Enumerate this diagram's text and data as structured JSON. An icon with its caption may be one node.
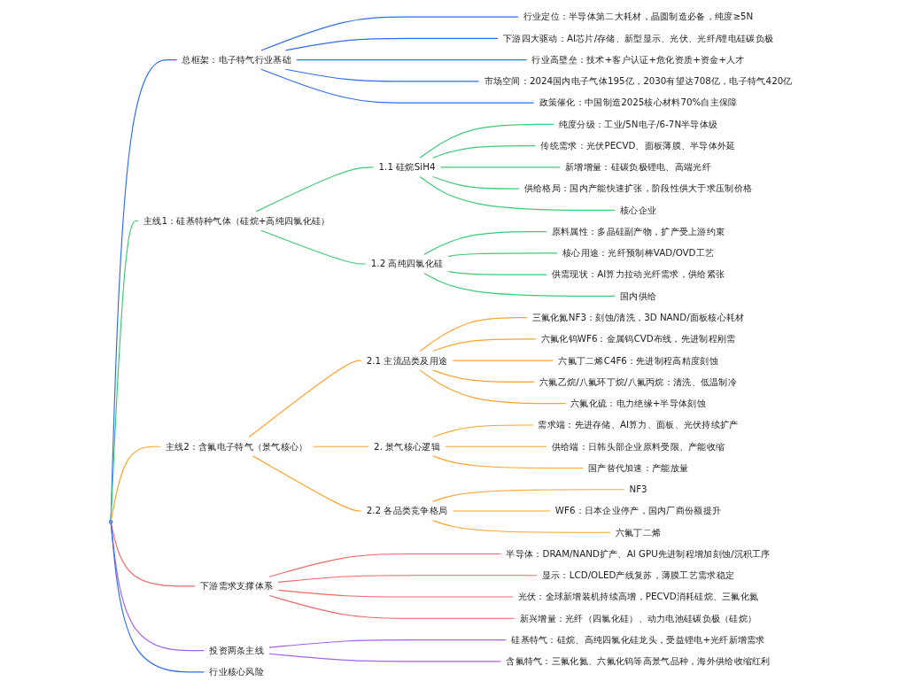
{
  "diagram": {
    "nodes": [
      {
        "text": [],
        "shape": "circle"
      },
      {
        "text": [
          "总框架：电子特气行业基础"
        ]
      },
      {
        "text": [
          "行业定位：半导体第二大耗材，晶圆制造必备，纯度≥5N"
        ]
      },
      {
        "text": [
          "下游四大驱动：AI芯片/存储、新型显示、光伏、光纤/锂电硅碳负极"
        ]
      },
      {
        "text": [
          "行业高壁垒：技术+客户认证+危化资质+资金+人才"
        ]
      },
      {
        "text": [
          "市场空间：2024国内电子气体195亿，2030有望达708亿，电子特气420亿"
        ]
      },
      {
        "text": [
          "政策催化：中国制造2025核心材料70%自主保障"
        ]
      },
      {
        "text": [
          "主线1：硅基特种气体（硅烷+高纯四氯化硅）"
        ]
      },
      {
        "text": [
          "1.1 硅烷SiH4"
        ]
      },
      {
        "text": [
          "纯度分级：工业/5N电子/6-7N半导体级"
        ]
      },
      {
        "text": [
          "传统需求：光伏PECVD、面板薄膜、半导体外延"
        ]
      },
      {
        "text": [
          "新增增量：硅碳负极锂电、高端光纤"
        ]
      },
      {
        "text": [
          "供给格局：国内产能快速扩张，阶段性供大于求压制价格"
        ]
      },
      {
        "text": [
          "核心企业"
        ]
      },
      {
        "text": [
          "1.2 高纯四氯化硅"
        ]
      },
      {
        "text": [
          "原料属性：多晶硅副产物，扩产受上游约束"
        ]
      },
      {
        "text": [
          "核心用途：光纤预制棒VAD/OVD工艺"
        ]
      },
      {
        "text": [
          "供需现状：AI算力拉动光纤需求，供给紧张"
        ]
      },
      {
        "text": [
          "国内供给"
        ]
      },
      {
        "text": [
          "主线2：含氟电子特气（景气核心）"
        ]
      },
      {
        "text": [
          "2.1 主流品类及用途"
        ]
      },
      {
        "text": [
          "三氟化氮NF3：刻蚀/清洗，3D NAND/面板核心耗材"
        ]
      },
      {
        "text": [
          "六氟化钨WF6：金属钨CVD布线，先进制程刚需"
        ]
      },
      {
        "text": [
          "六氟丁二烯C4F6：先进制程高精度刻蚀"
        ]
      },
      {
        "text": [
          "六氟乙烷/八氟环丁烷/八氟丙烷：清洗、低温制冷"
        ]
      },
      {
        "text": [
          "六氟化硫：电力绝缘+半导体刻蚀"
        ]
      },
      {
        "text": [
          "2. 景气核心逻辑"
        ]
      },
      {
        "text": [
          "需求端：先进存储、AI算力、面板、光伏持续扩产"
        ]
      },
      {
        "text": [
          "供给端：日韩头部企业原料受限、产能收缩"
        ]
      },
      {
        "text": [
          "国产替代加速：产能放量"
        ]
      },
      {
        "text": [
          "2.2 各品类竞争格局"
        ]
      },
      {
        "text": [
          "NF3"
        ]
      },
      {
        "text": [
          "WF6：日本企业停产，国内厂商份额提升"
        ]
      },
      {
        "text": [
          "六氟丁二烯"
        ]
      },
      {
        "text": [
          "下游需求支撑体系"
        ]
      },
      {
        "text": [
          "半导体：DRAM/NAND扩产、AI GPU先进制程增加刻蚀/沉积工序"
        ]
      },
      {
        "text": [
          "显示：LCD/OLED产线复苏，薄膜工艺需求稳定"
        ]
      },
      {
        "text": [
          "光伏：全球新增装机持续高增，PECVD消耗硅烷、三氟化氮"
        ]
      },
      {
        "text": [
          "新兴增量：光纤（四氯化硅）、动力电池硅碳负极（硅烷）"
        ]
      },
      {
        "text": [
          "投资两条主线"
        ]
      },
      {
        "text": [
          "硅基特气：硅烷、高纯四氯化硅龙头，受益锂电+光纤新增需求"
        ]
      },
      {
        "text": [
          "含氟特气：三氟化氮、六氟化钨等高景气品种，海外供给收缩红利"
        ]
      },
      {
        "text": [
          "行业核心风险"
        ]
      }
    ],
    "edges": [
      {
        "from": 0,
        "to": 1,
        "arrow": "none",
        "color": "#2f6df6"
      },
      {
        "from": 1,
        "to": 2,
        "arrow": "none",
        "color": "#2f6df6"
      },
      {
        "from": 1,
        "to": 3,
        "arrow": "none",
        "color": "#2f6df6"
      },
      {
        "from": 1,
        "to": 4,
        "arrow": "none",
        "color": "#2f6df6"
      },
      {
        "from": 1,
        "to": 5,
        "arrow": "none",
        "color": "#2f6df6"
      },
      {
        "from": 1,
        "to": 6,
        "arrow": "none",
        "color": "#2f6df6"
      },
      {
        "from": 0,
        "to": 7,
        "arrow": "none",
        "color": "#3ccb75"
      },
      {
        "from": 7,
        "to": 8,
        "arrow": "none",
        "color": "#3ccb75"
      },
      {
        "from": 8,
        "to": 9,
        "arrow": "none",
        "color": "#3ccb75"
      },
      {
        "from": 8,
        "to": 10,
        "arrow": "none",
        "color": "#3ccb75"
      },
      {
        "from": 8,
        "to": 11,
        "arrow": "none",
        "color": "#3ccb75"
      },
      {
        "from": 8,
        "to": 12,
        "arrow": "none",
        "color": "#3ccb75"
      },
      {
        "from": 8,
        "to": 13,
        "arrow": "none",
        "color": "#3ccb75"
      },
      {
        "from": 7,
        "to": 14,
        "arrow": "none",
        "color": "#3ccb75"
      },
      {
        "from": 14,
        "to": 15,
        "arrow": "none",
        "color": "#3ccb75"
      },
      {
        "from": 14,
        "to": 16,
        "arrow": "none",
        "color": "#3ccb75"
      },
      {
        "from": 14,
        "to": 17,
        "arrow": "none",
        "color": "#3ccb75"
      },
      {
        "from": 14,
        "to": 18,
        "arrow": "none",
        "color": "#3ccb75"
      },
      {
        "from": 0,
        "to": 19,
        "arrow": "none"
      },
      {
        "from": 19,
        "to": 20,
        "arrow": "none"
      },
      {
        "from": 20,
        "to": 21,
        "arrow": "none"
      },
      {
        "from": 20,
        "to": 22,
        "arrow": "none"
      },
      {
        "from": 20,
        "to": 23,
        "arrow": "none"
      },
      {
        "from": 20,
        "to": 24,
        "arrow": "none"
      },
      {
        "from": 20,
        "to": 25,
        "arrow": "none"
      },
      {
        "from": 19,
        "to": 26,
        "arrow": "none"
      },
      {
        "from": 26,
        "to": 27,
        "arrow": "none"
      },
      {
        "from": 26,
        "to": 28,
        "arrow": "none"
      },
      {
        "from": 26,
        "to": 29,
        "arrow": "none"
      },
      {
        "from": 19,
        "to": 30,
        "arrow": "none"
      },
      {
        "from": 30,
        "to": 31,
        "arrow": "none"
      },
      {
        "from": 30,
        "to": 32,
        "arrow": "none"
      },
      {
        "from": 30,
        "to": 33,
        "arrow": "none"
      },
      {
        "from": 0,
        "to": 34,
        "arrow": "none",
        "color": "#f56767"
      },
      {
        "from": 34,
        "to": 35,
        "arrow": "none",
        "color": "#f56767"
      },
      {
        "from": 34,
        "to": 36,
        "arrow": "none",
        "color": "#f56767"
      },
      {
        "from": 34,
        "to": 37,
        "arrow": "none",
        "color": "#f56767"
      },
      {
        "from": 34,
        "to": 38,
        "arrow": "none",
        "color": "#f56767"
      },
      {
        "from": 0,
        "to": 39,
        "arrow": "none",
        "color": "#a463ec"
      },
      {
        "from": 39,
        "to": 40,
        "arrow": "none",
        "color": "#a463ec"
      },
      {
        "from": 39,
        "to": 41,
        "arrow": "none",
        "color": "#a463ec"
      },
      {
        "from": 0,
        "to": 42,
        "arrow": "none",
        "color": "#2f6df6"
      }
    ]
  }
}
